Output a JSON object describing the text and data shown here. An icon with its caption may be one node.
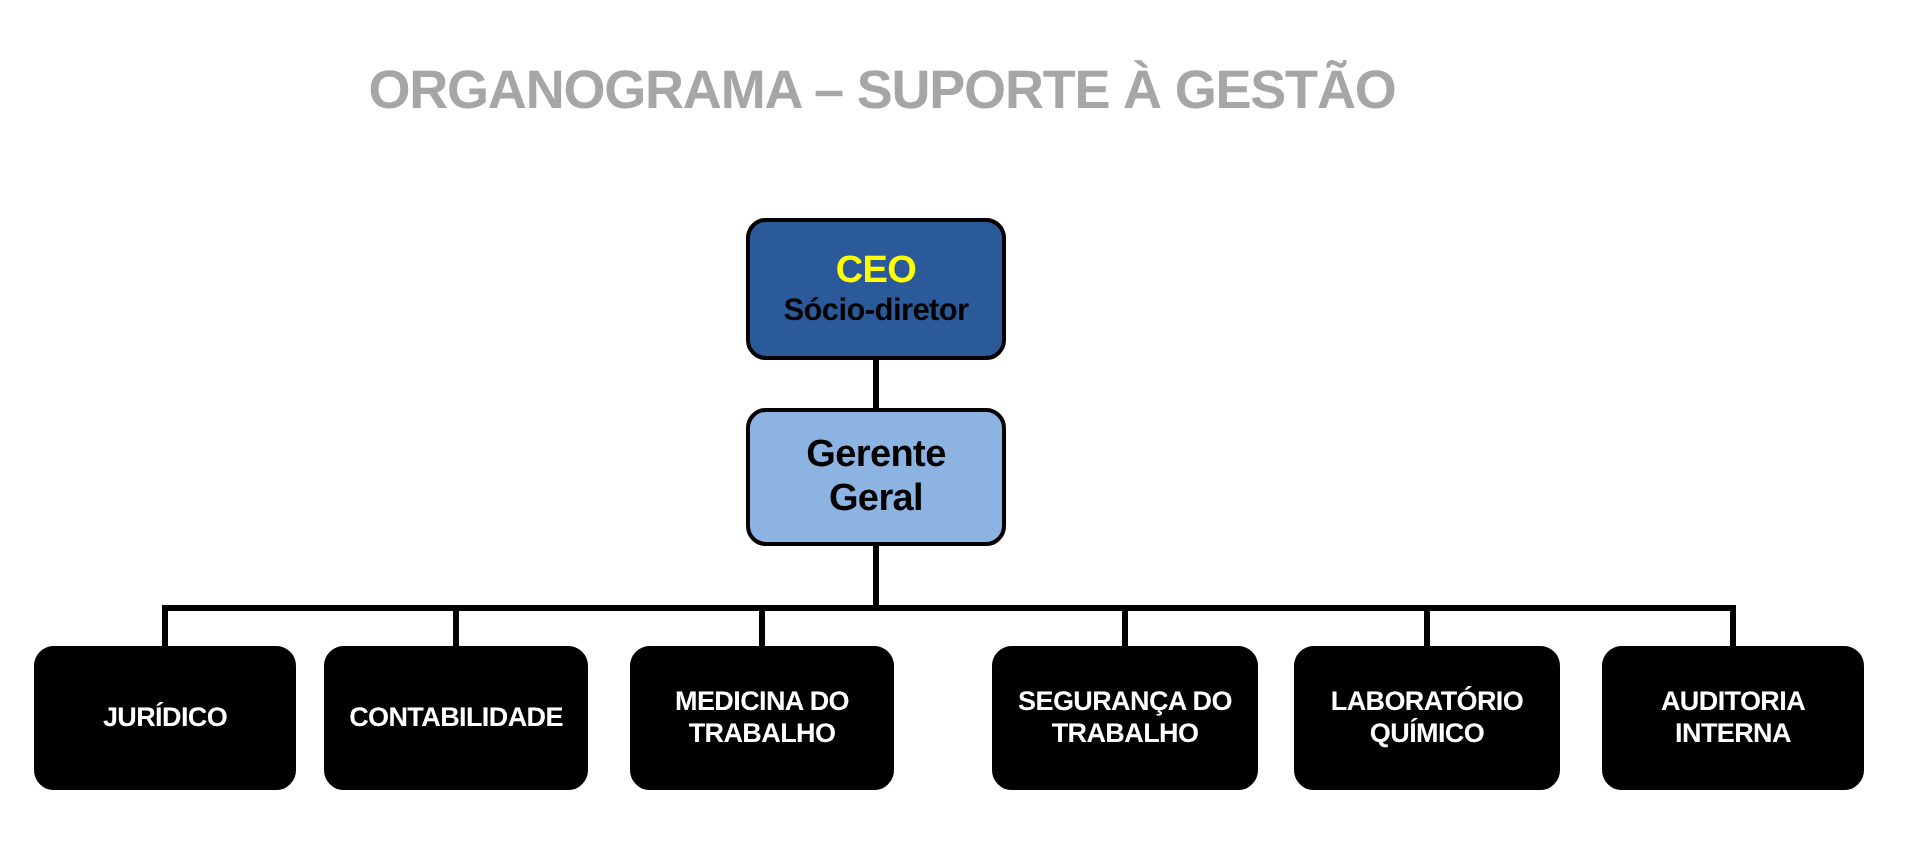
{
  "diagram": {
    "title": "ORGANOGRAMA – SUPORTE À GESTÃO",
    "nodes": [
      {
        "text": [
          "CEO",
          "Sócio-diretor"
        ]
      },
      {
        "text": [
          "Gerente Geral"
        ]
      },
      {
        "text": [
          "JURÍDICO"
        ]
      },
      {
        "text": [
          "CONTABILIDADE"
        ]
      },
      {
        "text": [
          "MEDICINA DO TRABALHO"
        ]
      },
      {
        "text": [
          "SEGURANÇA DO TRABALHO"
        ]
      },
      {
        "text": [
          "LABORATÓRIO QUÍMICO"
        ]
      },
      {
        "text": [
          "AUDITORIA INTERNA"
        ]
      }
    ],
    "edges": [
      {
        "from": 0,
        "to": 1,
        "arrow": "none"
      },
      {
        "from": 1,
        "to": 2,
        "arrow": "none"
      },
      {
        "from": 1,
        "to": 3,
        "arrow": "none"
      },
      {
        "from": 1,
        "to": 4,
        "arrow": "none"
      },
      {
        "from": 1,
        "to": 5,
        "arrow": "none"
      },
      {
        "from": 1,
        "to": 6,
        "arrow": "none"
      },
      {
        "from": 1,
        "to": 7,
        "arrow": "none"
      }
    ]
  }
}
